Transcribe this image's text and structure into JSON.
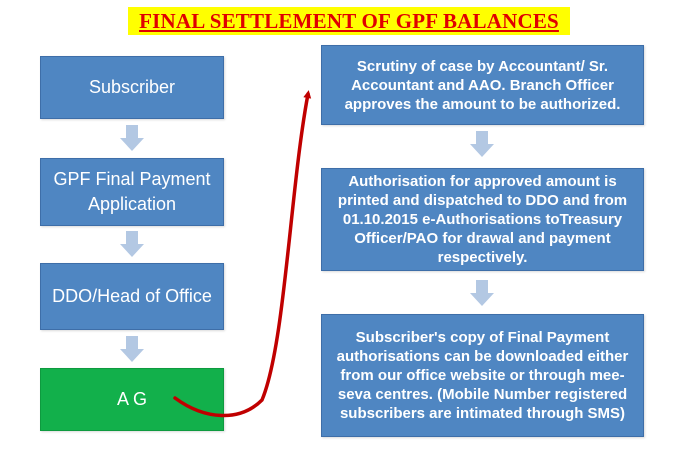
{
  "title": "FINAL SETTLEMENT OF GPF BALANCES",
  "left_steps": [
    {
      "label": "Subscriber"
    },
    {
      "label": "GPF Final Payment Application"
    },
    {
      "label": "DDO/Head of Office"
    },
    {
      "label": "A G"
    }
  ],
  "right_steps": [
    {
      "label": "Scrutiny of case by Accountant/ Sr. Accountant and AAO.  Branch Officer approves the amount  to be authorized."
    },
    {
      "label": "Authorisation for approved amount is printed and dispatched to DDO and from 01.10.2015 e-Authorisations toTreasury Officer/PAO for drawal and payment respectively."
    },
    {
      "label": "Subscriber's copy of Final Payment authorisations can be downloaded either from our office website or through mee-seva centres.  (Mobile Number registered subscribers are intimated through SMS)"
    }
  ],
  "colors": {
    "box_blue": "#4f86c2",
    "box_green": "#12b04b",
    "arrow_light": "#b3c8e3",
    "connector_red": "#c00000",
    "title_text": "#e00000",
    "title_highlight": "#ffff00"
  }
}
